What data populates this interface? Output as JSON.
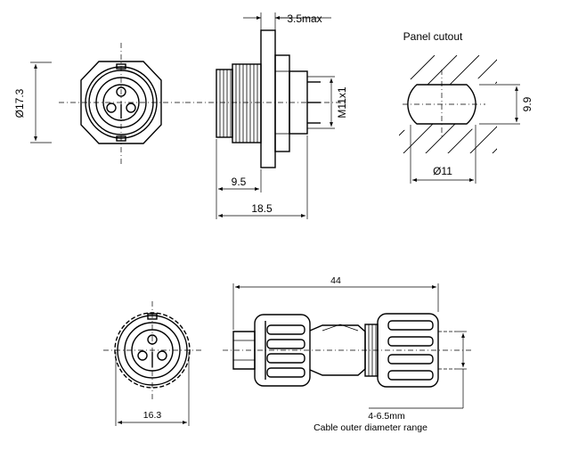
{
  "dimensions": {
    "front_dia": "Ø17.3",
    "panel_max": "3.5max",
    "thread": "M11x1",
    "flange_len": "9.5",
    "body_len": "18.5",
    "cutout_title": "Panel cutout",
    "cutout_flat": "9.9",
    "cutout_dia": "Ø11",
    "plug_len": "44",
    "plug_dia": "16.3",
    "cable_range": "4-6.5mm",
    "cable_caption": "Cable outer diameter range"
  }
}
